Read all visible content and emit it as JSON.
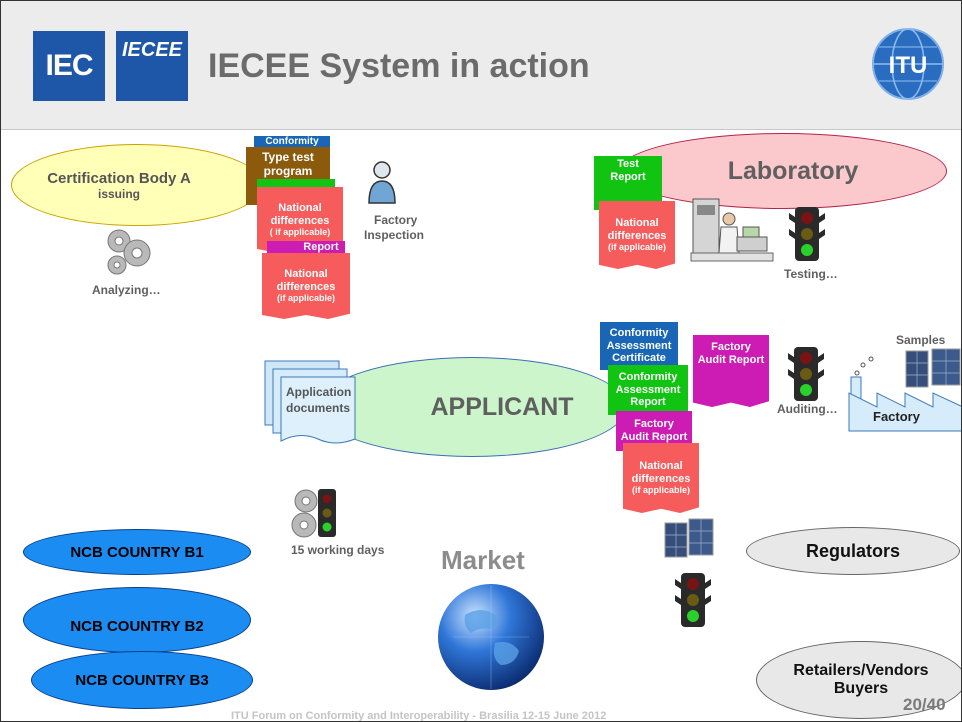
{
  "slide": {
    "title": "IECEE System in action",
    "footer": "ITU Forum on Conformity and Interoperability - Brasilia 12-15 June 2012",
    "page_number": "20/40"
  },
  "logos": {
    "iec": "IEC",
    "iecee": "IECEE",
    "itu": "ITU"
  },
  "nodes": {
    "cb_a": {
      "line1": "Certification Body A",
      "line2": "issuing"
    },
    "laboratory": "Laboratory",
    "applicant": "APPLICANT",
    "market": "Market",
    "regulators": "Regulators",
    "retailers": {
      "line1": "Retailers/Vendors",
      "line2": "Buyers"
    },
    "ncb": [
      "NCB COUNTRY B1",
      "NCB COUNTRY B2",
      "NCB COUNTRY B3"
    ]
  },
  "labels": {
    "analyzing": "Analyzing…",
    "factory_inspection_1": "Factory",
    "factory_inspection_2": "Inspection",
    "testing": "Testing…",
    "auditing": "Auditing…",
    "factory": "Factory",
    "samples": "Samples",
    "working_days": "15 working days",
    "application_docs_1": "Application",
    "application_docs_2": "documents"
  },
  "docs": {
    "conformity_short": "Conformity",
    "type_test_1": "Type test",
    "type_test_2": "program",
    "national_1": "National",
    "national_2": "differences",
    "national_3": "( if applicable)",
    "national_3b": "(if applicable)",
    "report_frag": "Report",
    "test_report_1": "Test",
    "test_report_2": "Report",
    "cac_1": "Conformity",
    "cac_2": "Assessment",
    "cac_3": "Certificate",
    "car_1": "Conformity",
    "car_2": "Assessment",
    "car_3": "Report",
    "far_1": "Factory",
    "far_2": "Audit Report"
  },
  "colors": {
    "doc_blue": "#1866b5",
    "doc_brown": "#8b5a0d",
    "doc_green": "#12c412",
    "doc_red": "#f65c5c",
    "doc_magenta": "#cc1cb3",
    "cb_ellipse": "#ffffb8",
    "lab_ellipse": "#fbc9cc",
    "applicant_ellipse": "#ccf5cc",
    "ncb_fill": "#1a8cf2",
    "title_text": "#6b6b6b"
  },
  "icons": [
    "gears-icon",
    "person-icon",
    "traffic-light-icon",
    "lab-technician-icon",
    "factory-icon",
    "solar-panel-icon",
    "globe-icon",
    "documents-stack-icon"
  ]
}
